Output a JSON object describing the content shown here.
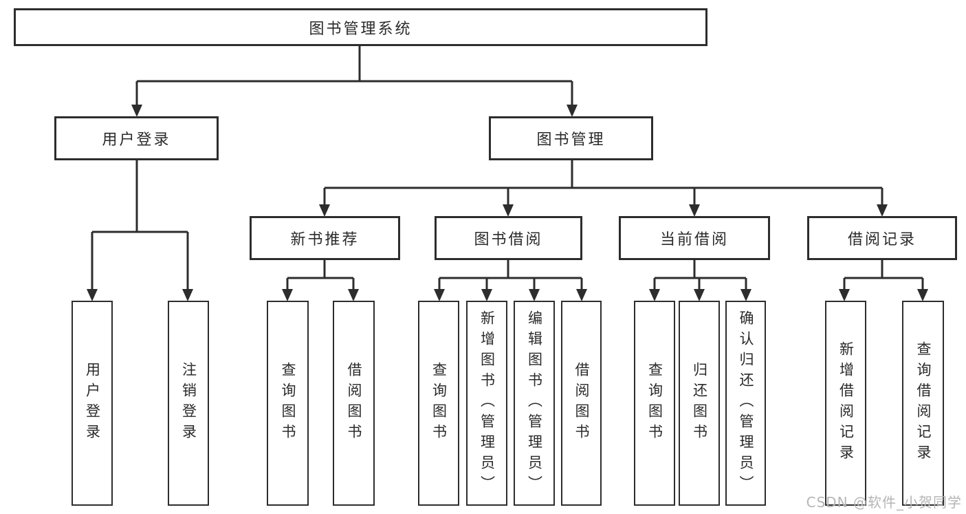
{
  "tree": {
    "label": "图书管理系统",
    "children": [
      {
        "label": "用户登录",
        "children": [
          {
            "label": "用户登录"
          },
          {
            "label": "注销登录"
          }
        ]
      },
      {
        "label": "图书管理",
        "children": [
          {
            "label": "新书推荐",
            "children": [
              {
                "label": "查询图书"
              },
              {
                "label": "借阅图书"
              }
            ]
          },
          {
            "label": "图书借阅",
            "children": [
              {
                "label": "查询图书"
              },
              {
                "label": "新增图书（管理员）"
              },
              {
                "label": "编辑图书（管理员）"
              },
              {
                "label": "借阅图书"
              }
            ]
          },
          {
            "label": "当前借阅",
            "children": [
              {
                "label": "查询图书"
              },
              {
                "label": "归还图书"
              },
              {
                "label": "确认归还（管理员）"
              }
            ]
          },
          {
            "label": "借阅记录",
            "children": [
              {
                "label": "新增借阅记录"
              },
              {
                "label": "查询借阅记录"
              }
            ]
          }
        ]
      }
    ]
  },
  "watermark": {
    "text": "CSDN @软件_小贺同学"
  },
  "colors": {
    "line": "#2d2d2d",
    "box_border": "#2d2d2d",
    "box_background": "#ffffff",
    "text": "#2a2a2a",
    "watermark": "#b5b5b5",
    "page_background": "#ffffff"
  }
}
